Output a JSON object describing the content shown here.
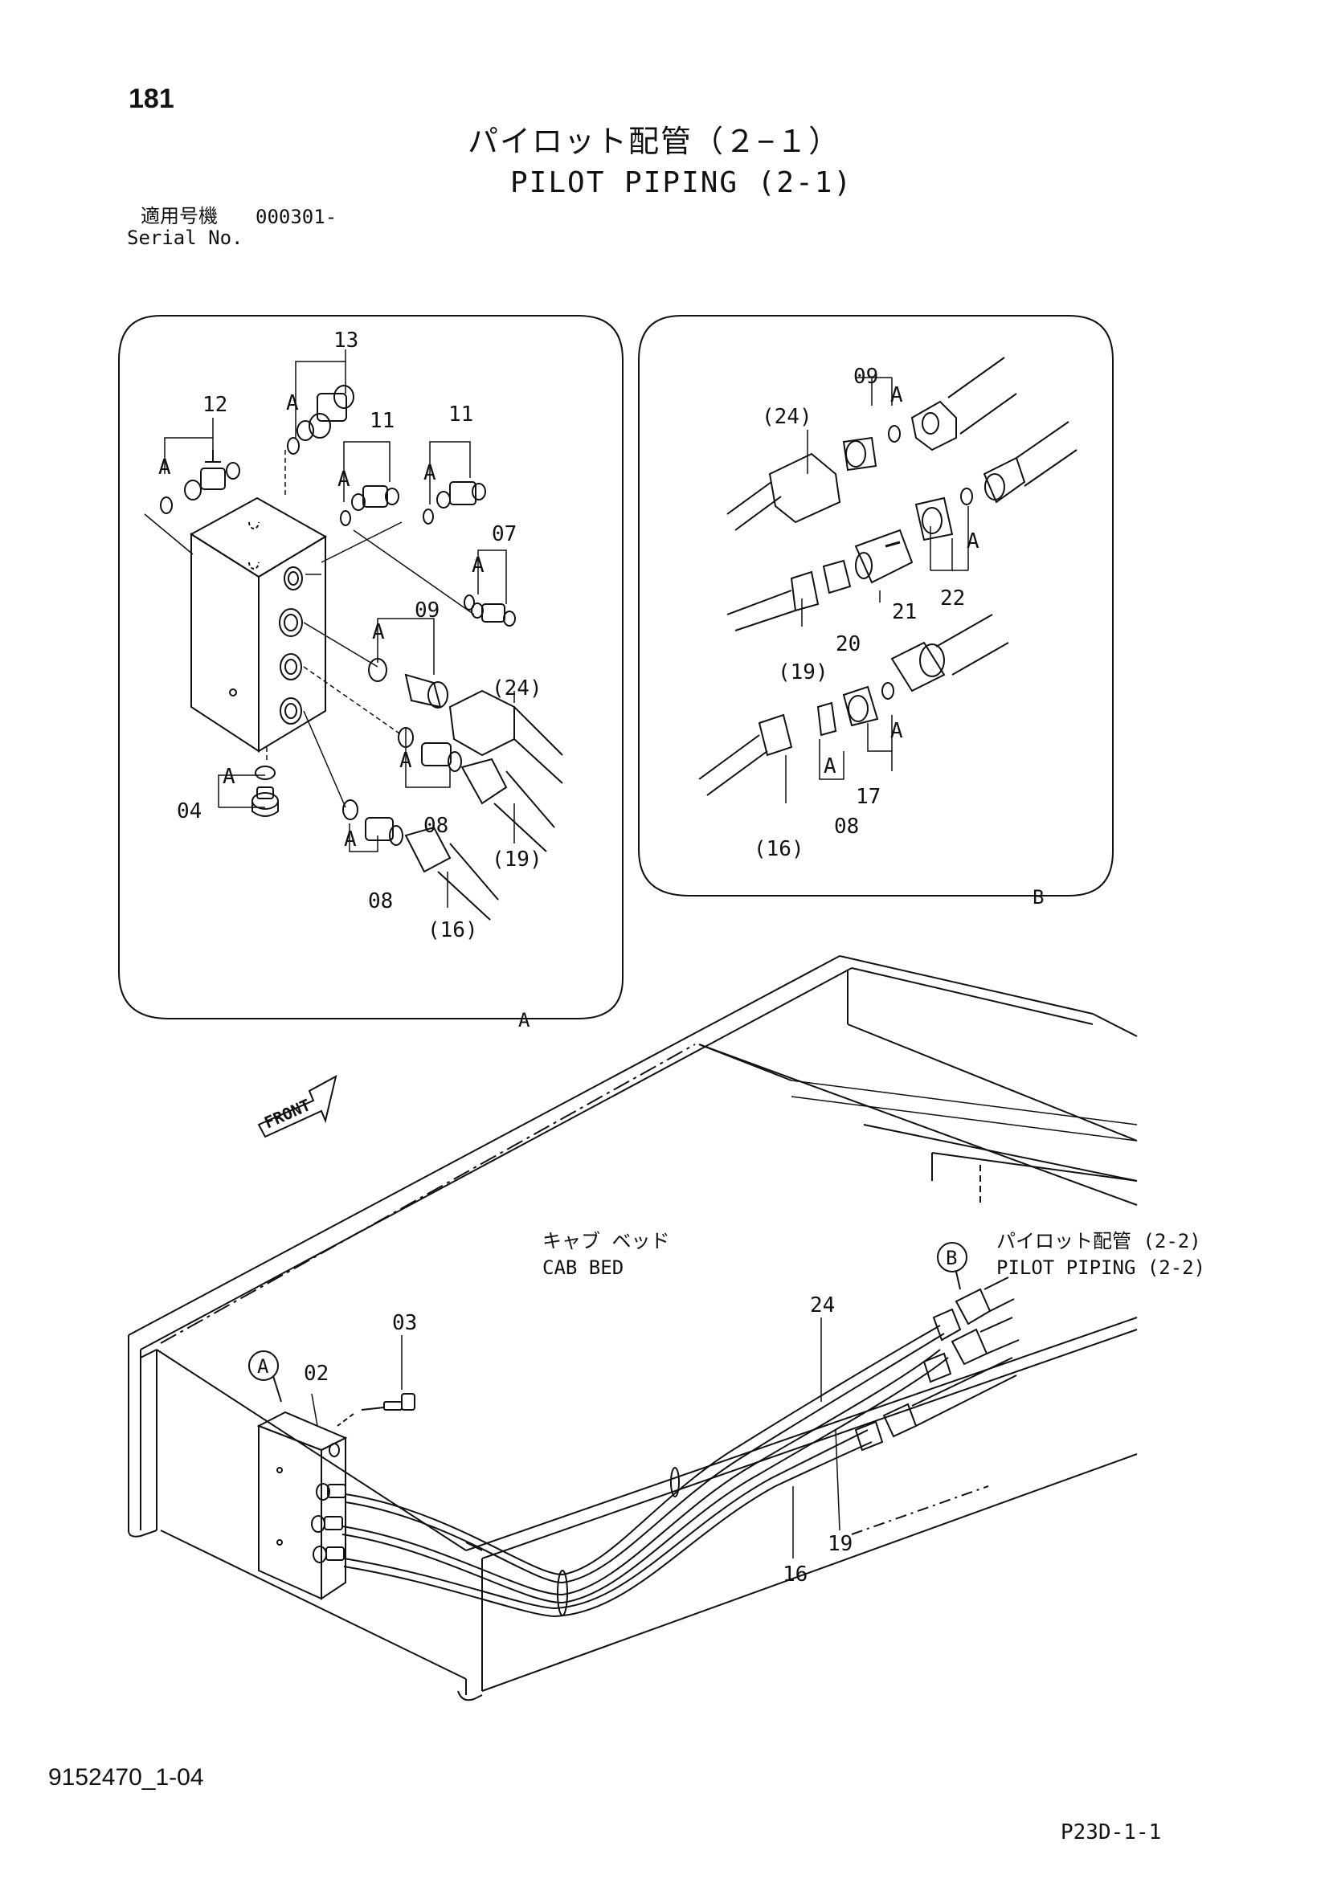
{
  "page": {
    "number": "181",
    "title_jp": "パイロット配管（２−１）",
    "title_en": "PILOT PIPING (2-1)",
    "serial_label_jp": "適用号機",
    "serial_value": "000301-",
    "serial_label_en": "Serial No.",
    "doc_code": "9152470_1-04",
    "page_code": "P23D-1-1"
  },
  "detail_a": {
    "ref": "A",
    "callouts": {
      "p12": "12",
      "p13": "13",
      "p11a": "11",
      "p11b": "11",
      "p07": "07",
      "p09": "09",
      "p24": "(24)",
      "p08a": "08",
      "p19": "(19)",
      "p04": "04",
      "p08b": "08",
      "p16": "(16)"
    },
    "oring_label": "A"
  },
  "detail_b": {
    "ref": "B",
    "callouts": {
      "p09": "09",
      "p24": "(24)",
      "p21": "21",
      "p22": "22",
      "p20": "20",
      "p19": "(19)",
      "p08": "08",
      "p17": "17",
      "p16": "(16)"
    },
    "oring_label": "A"
  },
  "main": {
    "front_label": "FRONT",
    "cab_bed_jp": "キャブ ベッド",
    "cab_bed_en": "CAB BED",
    "link_jp": "パイロット配管 (2-2)",
    "link_en": "PILOT PIPING (2-2)",
    "marker_a": "A",
    "marker_b": "B",
    "callouts": {
      "p03": "03",
      "p02": "02",
      "p24": "24",
      "p19": "19",
      "p16": "16"
    }
  }
}
